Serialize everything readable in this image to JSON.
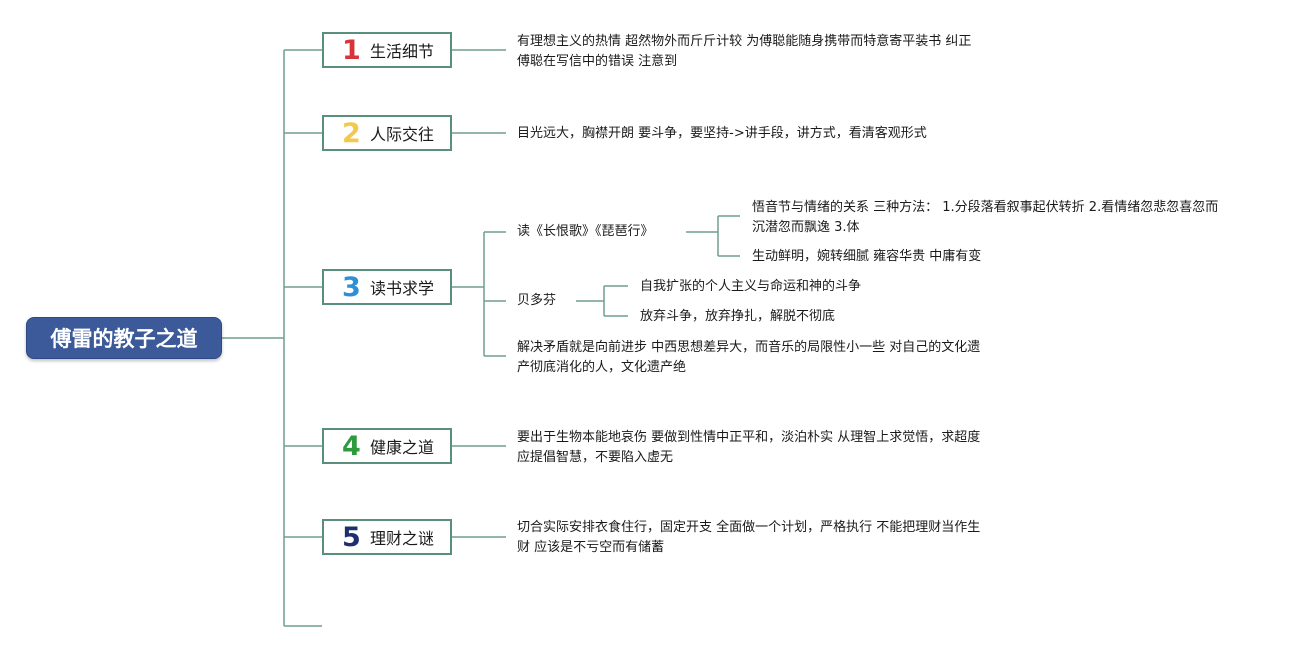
{
  "root": {
    "label": "傅雷的教子之道"
  },
  "branches": [
    {
      "num": "1",
      "label": "生活细节",
      "color": "#d8333b",
      "text": [
        "有理想主义的热情 超然物外而斤斤计较 为傅聪能随身携带而特意寄平装书 纠正",
        "傅聪在写信中的错误 注意到"
      ]
    },
    {
      "num": "2",
      "label": "人际交往",
      "color": "#f2c94c",
      "text": [
        "目光远大，胸襟开朗 要斗争，要坚持->讲手段，讲方式，看清客观形式"
      ]
    },
    {
      "num": "3",
      "label": "读书求学",
      "color": "#2f8fd6",
      "subs": [
        {
          "label": "读《长恨歌》《琵琶行》",
          "children": [
            [
              "悟音节与情绪的关系 三种方法： 1.分段落看叙事起伏转折 2.看情绪忽悲忽喜忽而",
              "沉潜忽而飘逸 3.体"
            ],
            [
              "生动鲜明，婉转细腻 雍容华贵 中庸有变"
            ]
          ]
        },
        {
          "label": "贝多芬",
          "children": [
            [
              "自我扩张的个人主义与命运和神的斗争"
            ],
            [
              "放弃斗争，放弃挣扎，解脱不彻底"
            ]
          ]
        },
        {
          "label": [
            "解决矛盾就是向前进步 中西思想差异大，而音乐的局限性小一些 对自己的文化遗",
            "产彻底消化的人，文化遗产绝"
          ]
        }
      ]
    },
    {
      "num": "4",
      "label": "健康之道",
      "color": "#2e9a3e",
      "text": [
        "要出于生物本能地哀伤 要做到性情中正平和，淡泊朴实 从理智上求觉悟，求超度",
        "应提倡智慧，不要陷入虚无"
      ]
    },
    {
      "num": "5",
      "label": "理财之谜",
      "color": "#1f2f6e",
      "text": [
        "切合实际安排衣食住行，固定开支 全面做一个计划，严格执行 不能把理财当作生",
        "财 应该是不亏空而有储蓄"
      ]
    }
  ]
}
